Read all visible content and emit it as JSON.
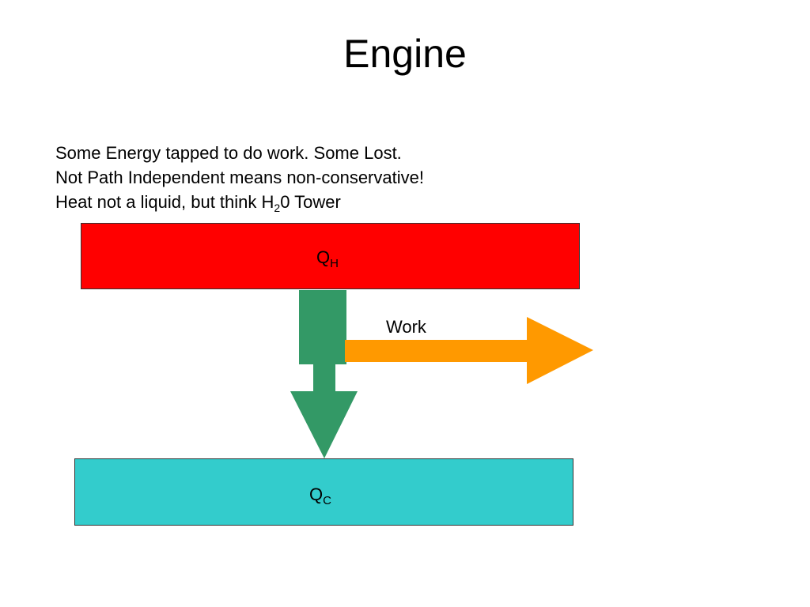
{
  "slide": {
    "title": "Engine"
  },
  "notes": {
    "line1": "Some Energy tapped to do work. Some Lost.",
    "line2": "Not Path Independent means non-conservative!",
    "line3_prefix": "Heat not a liquid, but think H",
    "line3_sub": "2",
    "line3_suffix": "0 Tower"
  },
  "hot_reservoir": {
    "label": "Q",
    "subscript": "H",
    "color": "#ff0000"
  },
  "cold_reservoir": {
    "label": "Q",
    "subscript": "C",
    "color": "#33cccc"
  },
  "work_arrow": {
    "label": "Work",
    "color": "#ff9900"
  },
  "heat_flow_arrow": {
    "color": "#339966"
  }
}
